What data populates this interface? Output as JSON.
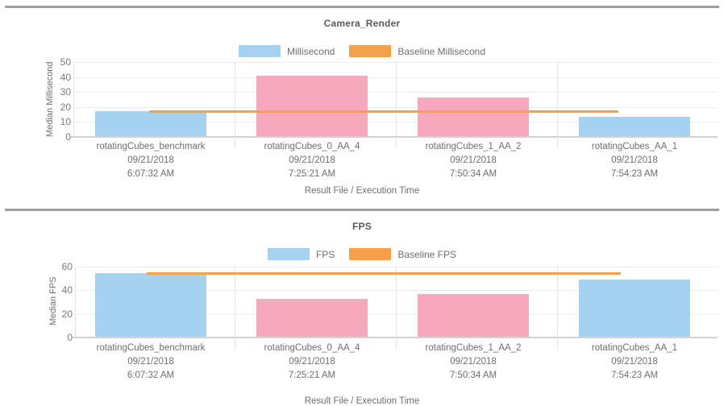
{
  "charts": [
    {
      "title": "Camera_Render",
      "ylabel": "Median Millisecond",
      "xlabel": "Result File / Execution Time",
      "legend": [
        {
          "label": "Millisecond",
          "color": "#a6d2f2",
          "icon": "legend-swatch-millisecond"
        },
        {
          "label": "Baseline Millisecond",
          "color": "#f5a04a",
          "icon": "legend-swatch-baseline-millisecond"
        }
      ],
      "yticks": [
        "0",
        "10",
        "20",
        "30",
        "40",
        "50"
      ]
    },
    {
      "title": "FPS",
      "ylabel": "Median FPS",
      "xlabel": "Result File / Execution Time",
      "legend": [
        {
          "label": "FPS",
          "color": "#a6d2f2",
          "icon": "legend-swatch-fps"
        },
        {
          "label": "Baseline FPS",
          "color": "#f5a04a",
          "icon": "legend-swatch-baseline-fps"
        }
      ],
      "yticks": [
        "0",
        "20",
        "40",
        "60"
      ]
    }
  ],
  "categories": [
    {
      "name": "rotatingCubes_benchmark",
      "date": "09/21/2018",
      "time": "6:07:32 AM"
    },
    {
      "name": "rotatingCubes_0_AA_4",
      "date": "09/21/2018",
      "time": "7:25:21 AM"
    },
    {
      "name": "rotatingCubes_1_AA_2",
      "date": "09/21/2018",
      "time": "7:50:34 AM"
    },
    {
      "name": "rotatingCubes_AA_1",
      "date": "09/21/2018",
      "time": "7:54:23 AM"
    }
  ],
  "chart_data": [
    {
      "type": "bar",
      "title": "Camera_Render",
      "xlabel": "Result File / Execution Time",
      "ylabel": "Median Millisecond",
      "ylim": [
        0,
        50
      ],
      "yticks": [
        0,
        10,
        20,
        30,
        40,
        50
      ],
      "grid": true,
      "legend_position": "top-center",
      "categories": [
        "rotatingCubes_benchmark\n09/21/2018\n6:07:32 AM",
        "rotatingCubes_0_AA_4\n09/21/2018\n7:25:21 AM",
        "rotatingCubes_1_AA_2\n09/21/2018\n7:50:34 AM",
        "rotatingCubes_AA_1\n09/21/2018\n7:54:23 AM"
      ],
      "series": [
        {
          "name": "Millisecond",
          "type": "bar",
          "values": [
            16.5,
            40.5,
            25.8,
            12.7
          ],
          "bar_colors": [
            "#a6d2f2",
            "#f8a8bd",
            "#f8a8bd",
            "#a6d2f2"
          ]
        },
        {
          "name": "Baseline Millisecond",
          "type": "line",
          "color": "#f5a04a",
          "values": [
            17.3,
            17.3,
            17.3,
            17.3
          ]
        }
      ]
    },
    {
      "type": "bar",
      "title": "FPS",
      "xlabel": "Result File / Execution Time",
      "ylabel": "Median FPS",
      "ylim": [
        0,
        60
      ],
      "yticks": [
        0,
        20,
        40,
        60
      ],
      "grid": true,
      "legend_position": "top-center",
      "categories": [
        "rotatingCubes_benchmark\n09/21/2018\n6:07:32 AM",
        "rotatingCubes_0_AA_4\n09/21/2018\n7:25:21 AM",
        "rotatingCubes_1_AA_2\n09/21/2018\n7:50:34 AM",
        "rotatingCubes_AA_1\n09/21/2018\n7:54:23 AM"
      ],
      "series": [
        {
          "name": "FPS",
          "type": "bar",
          "values": [
            53.6,
            31.8,
            36.0,
            48.5
          ],
          "bar_colors": [
            "#a6d2f2",
            "#f8a8bd",
            "#f8a8bd",
            "#a6d2f2"
          ]
        },
        {
          "name": "Baseline FPS",
          "type": "line",
          "color": "#f5a04a",
          "values": [
            54.5,
            54.5,
            54.5,
            54.5
          ]
        }
      ]
    }
  ]
}
